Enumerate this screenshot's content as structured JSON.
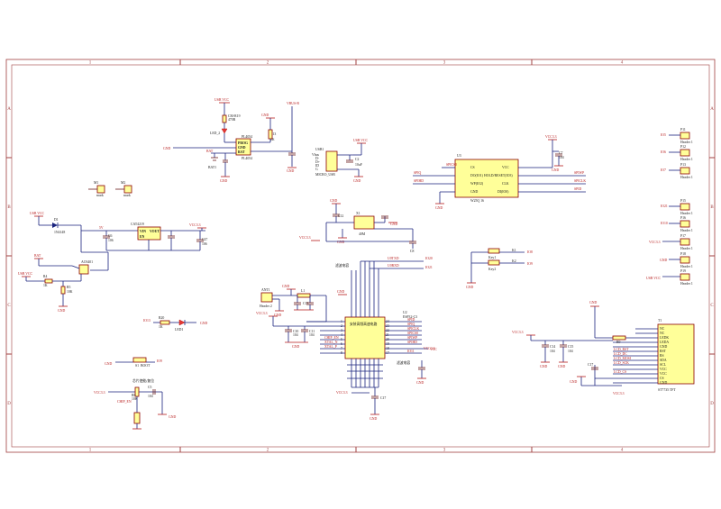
{
  "frame": {
    "columns": [
      "1",
      "2",
      "3",
      "4"
    ],
    "rows": [
      "A",
      "B",
      "C",
      "D"
    ]
  },
  "charger": {
    "usb_vcc": "USB VCC",
    "vbus_b": "VBUS-B",
    "r_ch": "CM-R19",
    "r_ch_val": "470R",
    "led_ch": "LED_2",
    "chip": "PL4054",
    "chip_pins": [
      "PROG",
      "GND",
      "BAT"
    ],
    "r_prog": "R13",
    "r_prog_val": "2K",
    "bat": "BAT",
    "bat_ref": "BAT1",
    "gnd": "GND"
  },
  "usb": {
    "ref": "USB1",
    "pins": [
      "Vbus",
      "D-",
      "D+",
      "ID",
      "G"
    ],
    "name": "MICRO_USB",
    "c_ref": "C2",
    "c_val": "10uF",
    "vcc": "USB VCC"
  },
  "flash": {
    "ref": "U3",
    "name": "W25Q 16",
    "left_pins": [
      "CS",
      "DO(IO1)",
      "WP(IO2)",
      "GND"
    ],
    "right_pins": [
      "VCC",
      "HOLD/RESET(IO3)",
      "CLK",
      "DI(IO0)"
    ],
    "left_nets": [
      "SPICS0",
      "SPIQ",
      "SPIHD"
    ],
    "right_nets": [
      "SPIWP",
      "SPICLK",
      "SPID"
    ],
    "vcc": "VCC3.3",
    "c_ref": "C7",
    "c_val": "104"
  },
  "marks": {
    "m1": "M1",
    "m2": "M2",
    "label": "mark"
  },
  "headers": [
    {
      "ref": "P11",
      "net": "IO5",
      "name": "Header 1"
    },
    {
      "ref": "P12",
      "net": "IO6",
      "name": "Header 1"
    },
    {
      "ref": "P13",
      "net": "IO7",
      "name": "Header 1"
    },
    {
      "ref": "P15",
      "net": "IO21",
      "name": "Header 1"
    },
    {
      "ref": "P16",
      "net": "IO10",
      "name": "Header 1"
    },
    {
      "ref": "P17",
      "net": "VCC3.3",
      "name": "Header 1"
    },
    {
      "ref": "P18",
      "net": "GND",
      "name": "Header 1"
    },
    {
      "ref": "P19",
      "net": "USB VCC",
      "name": "Header 1"
    }
  ],
  "regulator": {
    "usb_vcc": "USB VCC",
    "diode": "D1",
    "diode_val": "1N4148",
    "chip": "CAT4219",
    "chip_pins": [
      "VIN",
      "EN"
    ],
    "chip_out": [
      "VOUT"
    ],
    "c_in": "C6",
    "c_in_val": "106",
    "c_out": "C47",
    "c_out_val": "106",
    "vout": "VCC3.3",
    "five_v": "5V"
  },
  "power_switch": {
    "bat": "BAT",
    "usb_vcc": "USB VCC",
    "q_val": "AO3401",
    "r1": "R4",
    "r1_val": "1K",
    "r2": "R5",
    "r2_val": "10K",
    "gnd": "GND"
  },
  "crystal": {
    "ref": "X1",
    "val": "40M",
    "c1": "C12",
    "c1_val": "20",
    "c2": "C8",
    "c2_val": "20",
    "vcc": "VCC3.3",
    "gnd": "GND"
  },
  "esp": {
    "ref": "U2",
    "name": "ESP32-C3",
    "center_label": "安装高频高速电路",
    "left_pins": [
      "1",
      "2",
      "3",
      "4",
      "5",
      "6",
      "7",
      "8"
    ],
    "right_pins": [
      "24",
      "23",
      "22",
      "21",
      "20",
      "19",
      "18",
      "17"
    ],
    "right_nets": [
      "SPID",
      "SPIQ",
      "SPICLK",
      "SPICS0",
      "SPIWP",
      "SPIHD",
      "VCC",
      "IO11"
    ],
    "left_nets": [
      "VCC3.3",
      "ANT",
      "",
      "",
      "CHIP_EN",
      "XTAL_N",
      "XTAL_P",
      "VCC3.3"
    ],
    "top_nets": [
      "U0TXD",
      "U0RXD",
      "IO20",
      "IO21"
    ],
    "bypass_label": "滤波电容",
    "decouple_label": "滤波电容",
    "vcc": "VCC3.3",
    "gnd": "GND"
  },
  "antenna": {
    "ref": "ANT1",
    "name": "Header 2",
    "vcc": "VCC3.3",
    "c1": "C10",
    "c2": "C11",
    "l1": "L1",
    "c3": "C13",
    "c_val": "104"
  },
  "keys": {
    "k1": "Key1",
    "k2": "Key2",
    "net1": "IO8",
    "net2": "IO9",
    "ref1": "K1",
    "ref2": "K2",
    "gnd": "GND"
  },
  "led": {
    "net": "IO13",
    "r": "R20",
    "r_val": "1K",
    "d": "LED1",
    "gnd": "GND"
  },
  "boot": {
    "gnd": "GND",
    "label": "BOOT",
    "sw": "S1",
    "net": "IO9"
  },
  "reset": {
    "title": "芯片使能/复位",
    "vcc": "VCC3.3",
    "r": "R8",
    "r_val": "10K",
    "c": "C5",
    "c_val": "104",
    "net": "CHIP_EN",
    "gnd": "GND"
  },
  "tft": {
    "ref": "T1",
    "name": "ST7735 TFT",
    "pins": [
      "NC",
      "NC",
      "LEDK",
      "LEDA",
      "GND",
      "RST",
      "RS",
      "SDA",
      "SCL",
      "VCC",
      "VCC",
      "CS",
      "GND",
      "NC"
    ],
    "nets": [
      "LCD_RST",
      "LCD_DC",
      "LCD_MOSI",
      "LCD_SCK",
      "LCD_CS"
    ],
    "vcc": "VCC3.3",
    "r": "R9",
    "c1": "C14",
    "c2": "C15",
    "c1_val": "104",
    "c2_val": "104",
    "c3": "C17",
    "gnd": "GND"
  },
  "colors": {
    "border": "#a04040",
    "wire": "#1a237e",
    "net_red": "#b71c1c",
    "comp_fill": "#ffff99",
    "comp_stroke": "#8b0000",
    "pin": "#6a1b1b",
    "text": "#1a1a1a"
  }
}
